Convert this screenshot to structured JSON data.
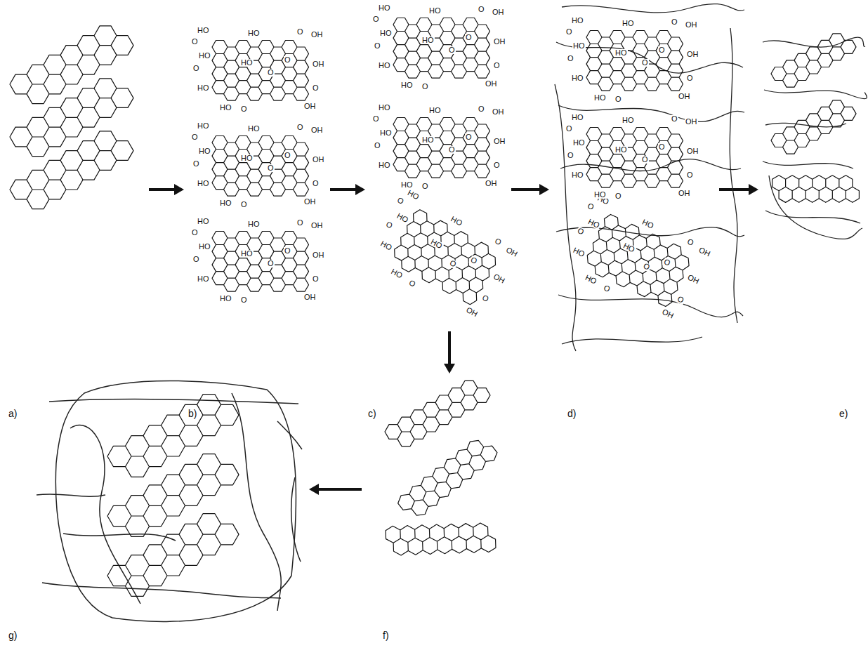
{
  "diagram": {
    "labels": [
      "a)",
      "b)",
      "c)",
      "d)",
      "e)",
      "f)",
      "g)",
      "HO",
      "O",
      "HO",
      "O",
      "HO",
      "HO",
      "O",
      "O",
      "O",
      "OH",
      "OH",
      "O",
      "OH",
      "HO",
      "HO",
      "O",
      "HO",
      "O",
      "HO",
      "O",
      "HO",
      "HO",
      "O",
      "O",
      "O",
      "OH",
      "OH",
      "O",
      "OH",
      "HO",
      "HO",
      "O",
      "HO",
      "O",
      "HO",
      "O",
      "HO",
      "HO",
      "O",
      "O",
      "O",
      "OH",
      "OH",
      "O",
      "OH",
      "HO",
      "HO",
      "O",
      "HO",
      "O",
      "HO",
      "O",
      "HO",
      "HO",
      "O",
      "O",
      "O",
      "OH",
      "OH",
      "O",
      "OH",
      "HO",
      "HO",
      "O",
      "HO",
      "O",
      "HO",
      "O",
      "HO",
      "HO",
      "O",
      "O",
      "O",
      "OH",
      "OH",
      "O",
      "OH",
      "HO",
      "HO",
      "O",
      "HO",
      "O",
      "HO",
      "O",
      "HO",
      "HO",
      "O",
      "O",
      "O",
      "OH",
      "OH",
      "O",
      "OH",
      "HO",
      "HO",
      "O",
      "HO",
      "O",
      "HO",
      "O",
      "HO",
      "HO",
      "O",
      "O",
      "O",
      "OH",
      "OH",
      "O",
      "OH",
      "HO",
      "HO",
      "O",
      "HO",
      "O",
      "HO",
      "O",
      "HO",
      "HO",
      "O",
      "O",
      "O",
      "OH",
      "OH",
      "O",
      "OH",
      "HO",
      "HO",
      "O",
      "HO",
      "O",
      "HO",
      "O",
      "HO",
      "HO",
      "O",
      "O",
      "O",
      "OH",
      "OH",
      "O",
      "OH",
      "HO",
      "HO",
      "O"
    ]
  }
}
